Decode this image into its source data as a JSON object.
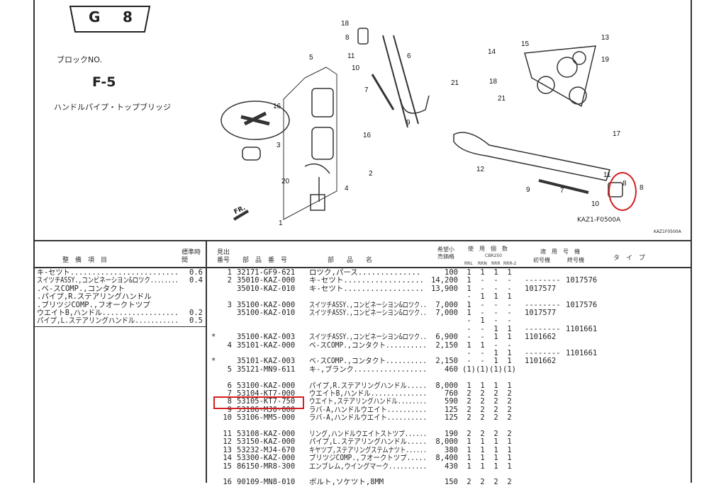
{
  "block": {
    "group": "G",
    "num": "8",
    "block_label": "ブロックNO.",
    "block_no": "F-5",
    "title": "ハンドルパイプ・トップブリッジ"
  },
  "diagram": {
    "code": "KAZ1-F0500A",
    "code_small": "KAZ1F0500A",
    "fr": "FR.",
    "callouts": [
      "18",
      "8",
      "11",
      "10",
      "7",
      "5",
      "6",
      "21",
      "16",
      "3",
      "16",
      "9",
      "2",
      "20",
      "4",
      "1",
      "15",
      "14",
      "13",
      "19",
      "18",
      "21",
      "17",
      "12",
      "9",
      "7",
      "11",
      "8",
      "10",
      "8"
    ]
  },
  "header": {
    "left_item": "整　備　項　目",
    "std_time": "標準時間",
    "ref": "見出番号",
    "part_no": "部　品　番　号",
    "name": "部　　品　　名",
    "price": "希望小売価格",
    "qty": "使　用　個　数",
    "model": "CBR250",
    "variants": [
      "RRL",
      "RRN",
      "RRR",
      "RRR-2"
    ],
    "applic": "適　用　号　機",
    "first": "初号機",
    "last": "終号機",
    "type": "タ　イ　プ"
  },
  "labor": [
    {
      "item": "キ-セツト.........................",
      "time": "0.6"
    },
    {
      "item": "スイツチASSY.,コンビネーシヨン&ロツク........",
      "time": "0.4"
    },
    {
      "item": ".ベ-スCOMP.,コンタクト",
      "time": ""
    },
    {
      "item": ".パイプ,R.ステアリングハンドル",
      "time": ""
    },
    {
      "item": ".ブリツジCOMP.,フオークトツプ",
      "time": ""
    },
    {
      "item": "ウエイトB,ハンドル..................",
      "time": "0.2"
    },
    {
      "item": "パイプ,L.ステアリングハンドル...........",
      "time": "0.5"
    }
  ],
  "parts": [
    {
      "mark": "",
      "ref": "1",
      "no": "32171-GF9-621",
      "name": "ロツク,パース..............",
      "price": "100",
      "qty": [
        "1",
        "1",
        "1",
        "1"
      ],
      "first": "",
      "last": ""
    },
    {
      "mark": "",
      "ref": "2",
      "no": "35010-KAZ-000",
      "name": "キ-セツト..................",
      "price": "14,200",
      "qty": [
        "1",
        "-",
        "-",
        "-"
      ],
      "first": "--------",
      "last": "1017576"
    },
    {
      "mark": "",
      "ref": "",
      "no": "35010-KAZ-010",
      "name": "キ-セツト..................",
      "price": "13,900",
      "qty": [
        "1",
        "-",
        "-",
        "-"
      ],
      "first": "1017577",
      "last": ""
    },
    {
      "mark": "",
      "ref": "",
      "no": "",
      "name": "",
      "price": "",
      "qty": [
        "-",
        "1",
        "1",
        "1"
      ],
      "first": "",
      "last": ""
    },
    {
      "mark": "",
      "ref": "3",
      "no": "35100-KAZ-000",
      "name": "スイツチASSY.,コンビネーシヨン&ロツク..",
      "price": "7,000",
      "qty": [
        "1",
        "-",
        "-",
        "-"
      ],
      "first": "--------",
      "last": "1017576"
    },
    {
      "mark": "",
      "ref": "",
      "no": "35100-KAZ-010",
      "name": "スイツチASSY.,コンビネーシヨン&ロツク..",
      "price": "7,000",
      "qty": [
        "1",
        "-",
        "-",
        "-"
      ],
      "first": "1017577",
      "last": ""
    },
    {
      "mark": "",
      "ref": "",
      "no": "",
      "name": "",
      "price": "",
      "qty": [
        "-",
        "1",
        "-",
        "-"
      ],
      "first": "",
      "last": ""
    },
    {
      "mark": "",
      "ref": "",
      "no": "",
      "name": "",
      "price": "",
      "qty": [
        "-",
        "-",
        "1",
        "1"
      ],
      "first": "--------",
      "last": "1101661"
    },
    {
      "mark": "*",
      "ref": "",
      "no": "35100-KAZ-003",
      "name": "スイツチASSY.,コンビネーシヨン&ロツク..",
      "price": "6,900",
      "qty": [
        "-",
        "-",
        "1",
        "1"
      ],
      "first": "1101662",
      "last": ""
    },
    {
      "mark": "",
      "ref": "4",
      "no": "35101-KAZ-000",
      "name": "ベ-スCOMP.,コンタクト..........",
      "price": "2,150",
      "qty": [
        "1",
        "1",
        "-",
        "-"
      ],
      "first": "",
      "last": ""
    },
    {
      "mark": "",
      "ref": "",
      "no": "",
      "name": "",
      "price": "",
      "qty": [
        "-",
        "-",
        "1",
        "1"
      ],
      "first": "--------",
      "last": "1101661"
    },
    {
      "mark": "*",
      "ref": "",
      "no": "35101-KAZ-003",
      "name": "ベ-スCOMP.,コンタクト..........",
      "price": "2,150",
      "qty": [
        "-",
        "-",
        "1",
        "1"
      ],
      "first": "1101662",
      "last": ""
    },
    {
      "mark": "",
      "ref": "5",
      "no": "35121-MN9-611",
      "name": "キ-,ブランク.................",
      "price": "460",
      "qty": [
        "(1)",
        "(1)",
        "(1)",
        "(1)"
      ],
      "first": "",
      "last": ""
    },
    {
      "mark": "",
      "ref": "",
      "no": "",
      "name": "",
      "price": "",
      "qty": [
        "",
        "",
        "",
        ""
      ],
      "first": "",
      "last": ""
    },
    {
      "mark": "",
      "ref": "6",
      "no": "53100-KAZ-000",
      "name": "パイプ,R.ステアリングハンドル.....",
      "price": "8,000",
      "qty": [
        "1",
        "1",
        "1",
        "1"
      ],
      "first": "",
      "last": ""
    },
    {
      "mark": "",
      "ref": "7",
      "no": "53104-KT7-000",
      "name": "ウエイトB,ハンドル..............",
      "price": "760",
      "qty": [
        "2",
        "2",
        "2",
        "2"
      ],
      "first": "",
      "last": ""
    },
    {
      "mark": "",
      "ref": "8",
      "no": "53105-KT7-750",
      "name": "ウエイト,ステアリングハンドル........",
      "price": "590",
      "qty": [
        "2",
        "2",
        "2",
        "2"
      ],
      "first": "",
      "last": ""
    },
    {
      "mark": "",
      "ref": "9",
      "no": "53106-MJ0-000",
      "name": "ラバ-A,ハンドルウエイト..........",
      "price": "125",
      "qty": [
        "2",
        "2",
        "2",
        "2"
      ],
      "first": "",
      "last": ""
    },
    {
      "mark": "",
      "ref": "10",
      "no": "53106-MM5-000",
      "name": "ラバ-A,ハンドルウエイト..........",
      "price": "125",
      "qty": [
        "2",
        "2",
        "2",
        "2"
      ],
      "first": "",
      "last": ""
    },
    {
      "mark": "",
      "ref": "",
      "no": "",
      "name": "",
      "price": "",
      "qty": [
        "",
        "",
        "",
        ""
      ],
      "first": "",
      "last": ""
    },
    {
      "mark": "",
      "ref": "11",
      "no": "53108-KAZ-000",
      "name": "リング,ハンドルウエイトストツプ......",
      "price": "190",
      "qty": [
        "2",
        "2",
        "2",
        "2"
      ],
      "first": "",
      "last": ""
    },
    {
      "mark": "",
      "ref": "12",
      "no": "53150-KAZ-000",
      "name": "パイプ,L.ステアリングハンドル.....",
      "price": "8,000",
      "qty": [
        "1",
        "1",
        "1",
        "1"
      ],
      "first": "",
      "last": ""
    },
    {
      "mark": "",
      "ref": "13",
      "no": "53232-MJ4-670",
      "name": "キヤツプ,ステアリングステムナツト......",
      "price": "380",
      "qty": [
        "1",
        "1",
        "1",
        "1"
      ],
      "first": "",
      "last": ""
    },
    {
      "mark": "",
      "ref": "14",
      "no": "53300-KAZ-000",
      "name": "ブリツジCOMP.,フオークトツプ.....",
      "price": "8,400",
      "qty": [
        "1",
        "1",
        "1",
        "1"
      ],
      "first": "",
      "last": ""
    },
    {
      "mark": "",
      "ref": "15",
      "no": "86150-MR8-300",
      "name": "エンブレム,ウイングマーク..........",
      "price": "430",
      "qty": [
        "1",
        "1",
        "1",
        "1"
      ],
      "first": "",
      "last": ""
    },
    {
      "mark": "",
      "ref": "",
      "no": "",
      "name": "",
      "price": "",
      "qty": [
        "",
        "",
        "",
        ""
      ],
      "first": "",
      "last": ""
    },
    {
      "mark": "",
      "ref": "16",
      "no": "90109-MN8-010",
      "name": "ボルト,ソケツト,8MM",
      "price": "150",
      "qty": [
        "2",
        "2",
        "2",
        "2"
      ],
      "first": "",
      "last": ""
    }
  ],
  "highlight_color": "#d42020"
}
